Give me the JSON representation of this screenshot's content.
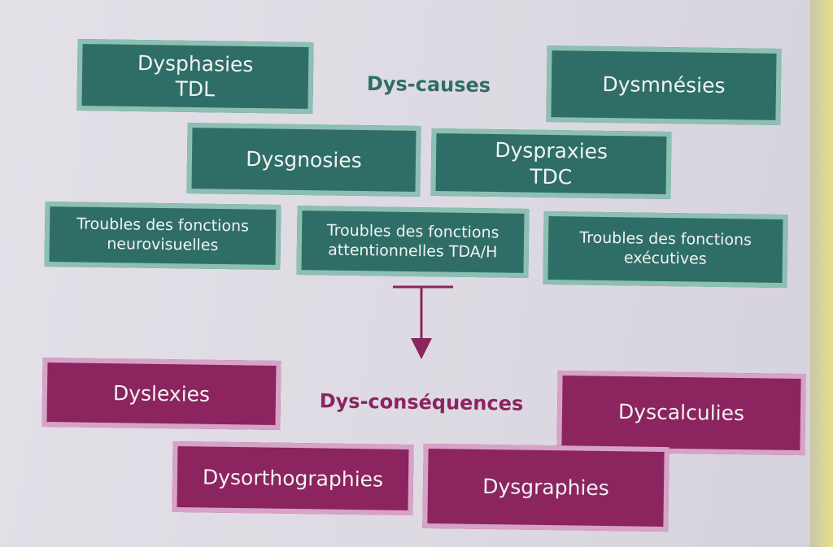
{
  "causes": {
    "title": "Dys-causes",
    "boxes": [
      {
        "line1": "Dysphasies",
        "line2": "TDL"
      },
      {
        "line1": "Dysmnésies"
      },
      {
        "line1": "Dysgnosies"
      },
      {
        "line1": "Dyspraxies",
        "line2": "TDC"
      },
      {
        "line1": "Troubles des fonctions",
        "line2": "neurovisuelles"
      },
      {
        "line1": "Troubles des fonctions",
        "line2": "attentionnelles TDA/H"
      },
      {
        "line1": "Troubles des fonctions",
        "line2": "exécutives"
      }
    ]
  },
  "consequences": {
    "title": "Dys-conséquences",
    "boxes": [
      {
        "line1": "Dyslexies"
      },
      {
        "line1": "Dyscalculies"
      },
      {
        "line1": "Dysorthographies"
      },
      {
        "line1": "Dysgraphies"
      }
    ]
  },
  "colors": {
    "teal": "#2e6e66",
    "magenta": "#8b245f"
  }
}
